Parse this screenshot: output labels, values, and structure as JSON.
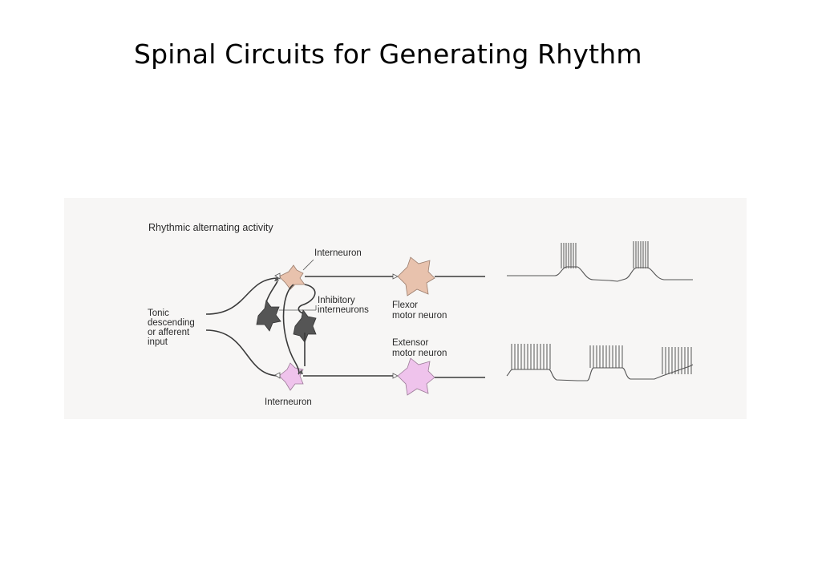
{
  "title": "Spinal Circuits for Generating Rhythm",
  "figure": {
    "heading": "Rhythmic alternating activity",
    "labels": {
      "interneuron_top": "Interneuron",
      "interneuron_bottom": "Interneuron",
      "inhibitory_line1": "Inhibitory",
      "inhibitory_line2": "interneurons",
      "tonic_line1": "Tonic",
      "tonic_line2": "descending",
      "tonic_line3": "or afferent",
      "tonic_line4": "input",
      "flexor_line1": "Flexor",
      "flexor_line2": "motor neuron",
      "extensor_line1": "Extensor",
      "extensor_line2": "motor neuron"
    },
    "colors": {
      "flexor_pathway": "#e8c2ad",
      "extensor_pathway": "#efc3ec",
      "inhibitory": "#555555",
      "panel_background": "#f7f6f5"
    }
  }
}
